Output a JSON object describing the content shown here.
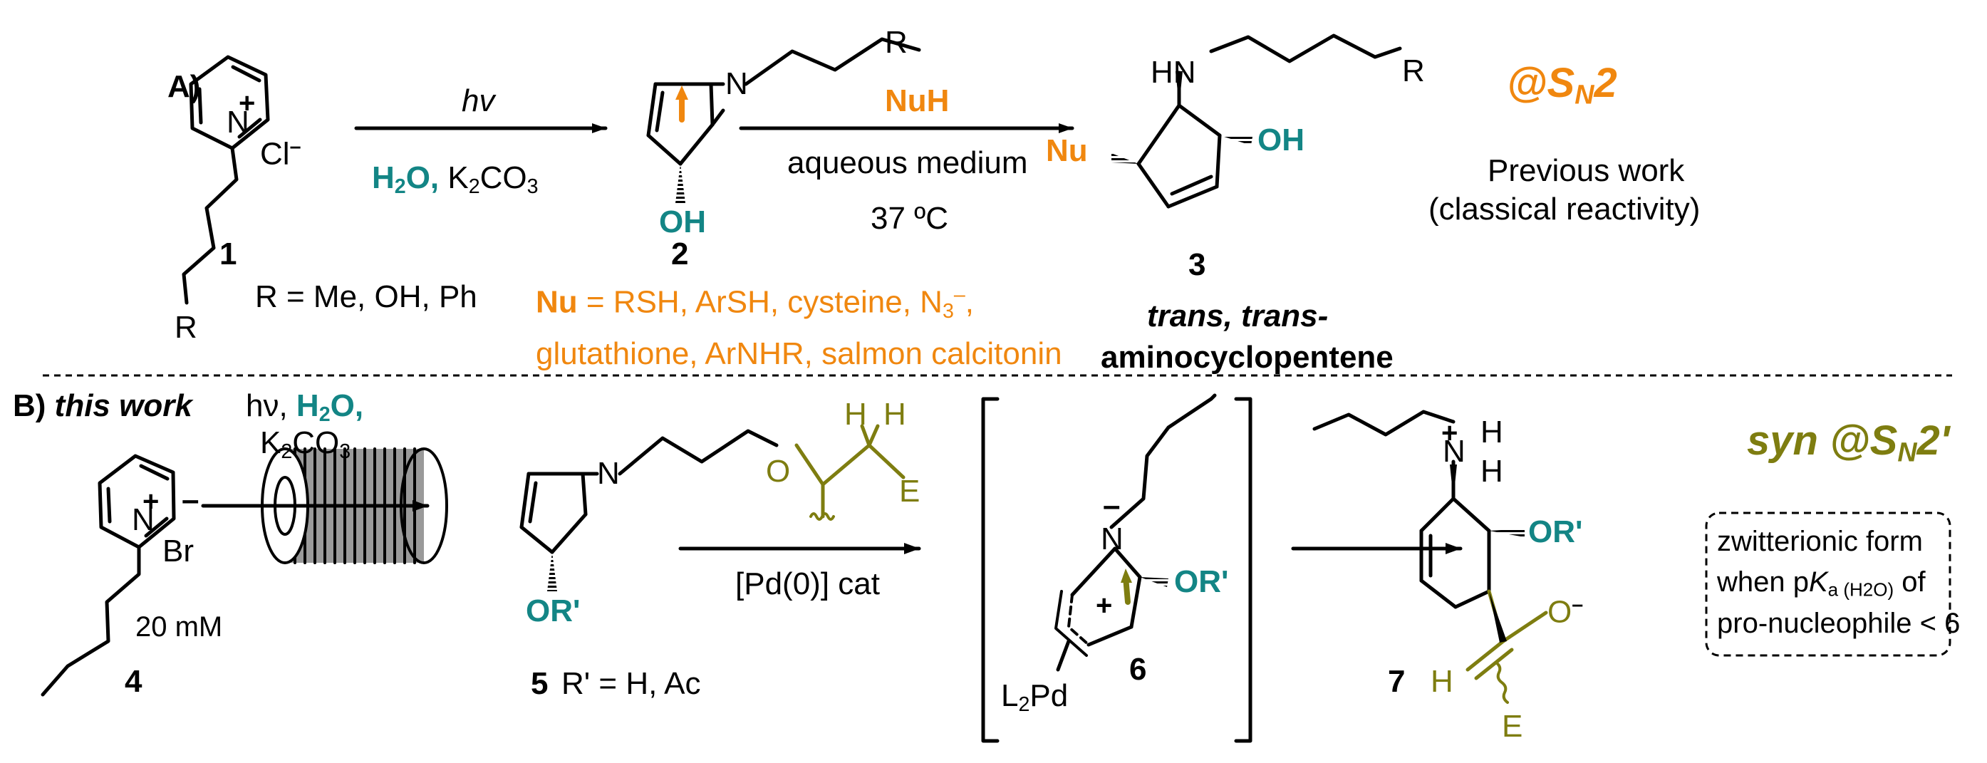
{
  "section_a": {
    "label": "A)",
    "sm1": {
      "number": "1",
      "cation": "+",
      "N": "N",
      "counterion": "Cl",
      "charge": "–",
      "R": "R",
      "r_def": "R = Me, OH, Ph"
    },
    "arrow1": {
      "above": "hv",
      "below_h2o": "H2O,",
      "below_base": "K2CO3"
    },
    "int2": {
      "number": "2",
      "N": "N",
      "R": "R",
      "OH": "OH"
    },
    "arrow2": {
      "above": "NuH",
      "below1": "aqueous medium",
      "below2": "37 ºC"
    },
    "prod3": {
      "number": "3",
      "HN": "HN",
      "R": "R",
      "Nu": "Nu",
      "OH": "OH",
      "name_italic": "trans, trans-",
      "name": "aminocyclopentene"
    },
    "nu_list": {
      "label": "Nu",
      "line1": "= RSH, ArSH, cysteine, N3–,",
      "line2": "glutathione, ArNHR, salmon calcitonin"
    },
    "mechanism": {
      "tag": "@SN2",
      "line1": "Previous work",
      "line2": "(classical reactivity)"
    }
  },
  "section_b": {
    "label": "B)",
    "label_italic": "this work",
    "sm4": {
      "number": "4",
      "cation": "+",
      "N": "N",
      "counterion": "Br",
      "charge": "–",
      "conc": "20 mM"
    },
    "photoreactor": {
      "line1_hv": "hν,",
      "line1_h2o": "H2O,",
      "line2": "K2CO3"
    },
    "int5": {
      "number": "5",
      "N": "N",
      "OR": "OR'",
      "r_def": "R' = H, Ac"
    },
    "pronucleophile": {
      "H_left": "H",
      "H_right": "H",
      "E": "E",
      "O": "O"
    },
    "catalyst": "[Pd(0)] cat",
    "int6": {
      "number": "6",
      "N": "N",
      "charge": "–",
      "OR": "OR'",
      "Pd": "L2Pd",
      "plus": "+"
    },
    "prod7": {
      "number": "7",
      "N": "N",
      "plus": "+",
      "H1": "H",
      "H2": "H",
      "OR": "OR'",
      "O": "O",
      "O_charge": "–",
      "H": "H",
      "E": "E"
    },
    "mechanism": {
      "tag_syn": "syn",
      "tag": "@SN2'"
    },
    "note": {
      "line1": "zwitterionic form",
      "line2": "when pKa (H2O) of",
      "line3": "pro-nucleophile < 6"
    }
  },
  "colors": {
    "orange": "#f0870f",
    "teal": "#138585",
    "olive": "#7e7d10",
    "black": "#000000"
  }
}
